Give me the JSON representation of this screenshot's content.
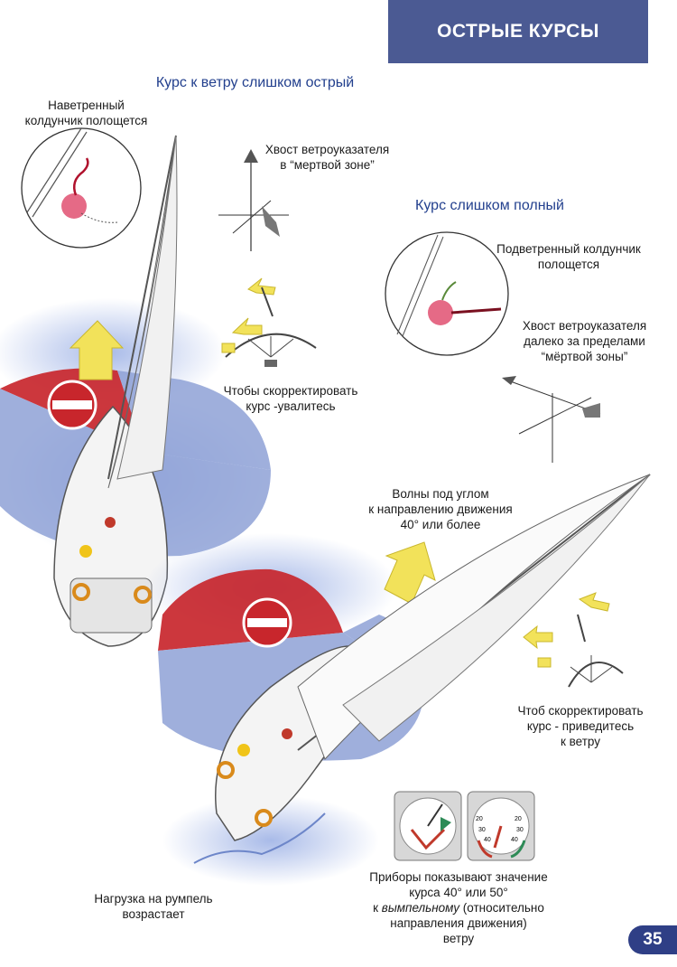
{
  "header": {
    "title": "ОСТРЫЕ КУРСЫ"
  },
  "page_number": "35",
  "labels": {
    "too_sharp_title": "Курс к ветру слишком острый",
    "windward_tell_1": "Наветренный",
    "windward_tell_2": "колдунчик полощется",
    "vane_tail_1": "Хвост ветроуказателя",
    "vane_tail_2": "в “мертвой зоне”",
    "too_full_title": "Курс слишком полный",
    "leeward_tell_1": "Подветренный колдунчик",
    "leeward_tell_2": "полощется",
    "vane_far_1": "Хвост ветроуказателя",
    "vane_far_2": "далеко за пределами",
    "vane_far_3": "“мёртвой зоны”",
    "correct_bear_1": "Чтобы скорректировать",
    "correct_bear_2": "курс -увалитесь",
    "waves_1": "Волны под углом",
    "waves_2": "к направлению движения",
    "waves_3": "40° или более",
    "correct_head_1": "Чтоб скорректировать",
    "correct_head_2": "курс - приведитесь",
    "correct_head_3": "к ветру",
    "tiller_1": "Нагрузка на румпель",
    "tiller_2": "возрастает",
    "instr_1": "Приборы показывают значение",
    "instr_2": "курса 40° или 50°",
    "instr_3a": "к ",
    "instr_3b": "вымпельному",
    "instr_3c": " (относительно",
    "instr_4": "направления движения)",
    "instr_5": "ветру"
  },
  "gauge_ticks": [
    "20",
    "30",
    "40",
    "20",
    "30",
    "40"
  ],
  "colors": {
    "header_bg": "#4b5a93",
    "title_blue": "#23408e",
    "sector_red": "#c8262c",
    "sector_blue": "#8ea1d6",
    "arrow_yellow": "#f2e25a",
    "telltale_pink": "#e56a86"
  }
}
